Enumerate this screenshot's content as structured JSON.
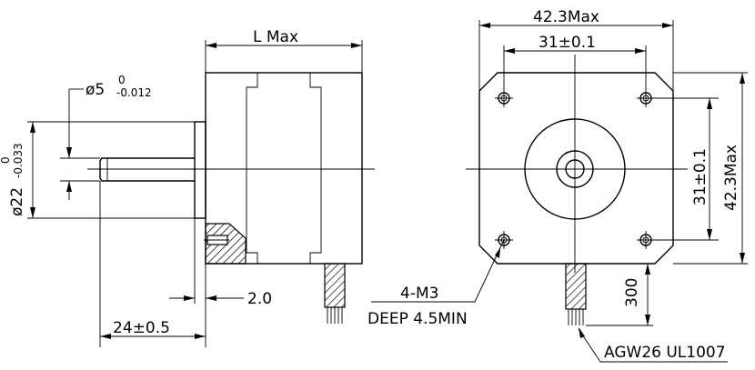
{
  "side_view": {
    "length_label": "L  Max",
    "shaft_dia_label": "ø5",
    "shaft_tol_upper": "0",
    "shaft_tol_lower": "-0.012",
    "boss_dia_label": "ø22",
    "boss_tol_upper": "0",
    "boss_tol_lower": "-0.033",
    "shaft_length_label": "24±0.5",
    "boss_height_label": "2.0"
  },
  "front_view": {
    "width_label": "42.3Max",
    "hole_pitch_h_label": "31±0.1",
    "hole_pitch_v_label": "31±0.1",
    "height_label": "42.3Max",
    "hole_spec_line1": "4-M3",
    "hole_spec_line2": "DEEP 4.5MIN",
    "lead_length_label": "300",
    "wire_spec_label": "AGW26  UL1007"
  }
}
